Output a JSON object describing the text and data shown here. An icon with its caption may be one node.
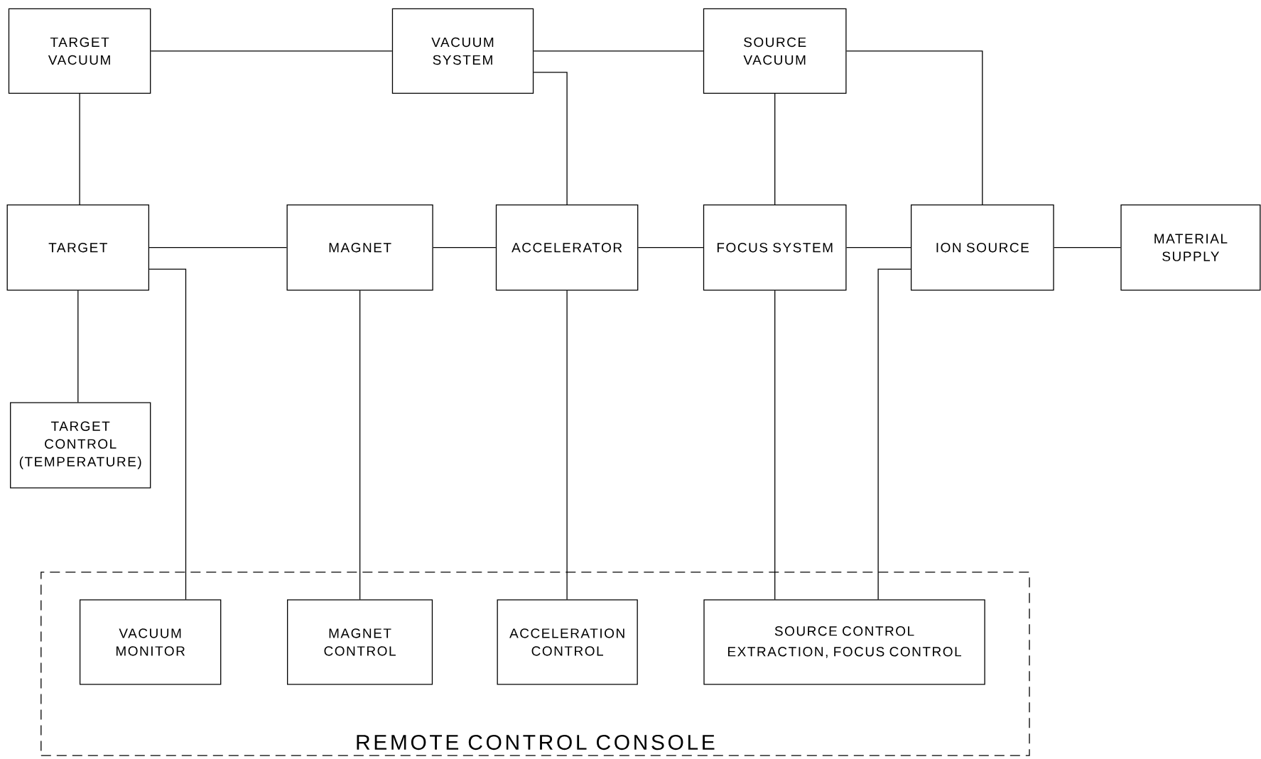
{
  "diagram": {
    "nodes": [
      {
        "text": [
          "TARGET VACUUM"
        ]
      },
      {
        "text": [
          "VACUUM SYSTEM"
        ]
      },
      {
        "text": [
          "SOURCE VACUUM"
        ]
      },
      {
        "text": [
          "TARGET"
        ]
      },
      {
        "text": [
          "MAGNET"
        ]
      },
      {
        "text": [
          "ACCELERATOR"
        ]
      },
      {
        "text": [
          "FOCUS SYSTEM"
        ]
      },
      {
        "text": [
          "ION SOURCE"
        ]
      },
      {
        "text": [
          "MATERIAL SUPPLY"
        ]
      },
      {
        "text": [
          "TARGET CONTROL (TEMPERATURE)"
        ]
      },
      {
        "text": [
          "REMOTE CONTROL CONSOLE"
        ]
      },
      {
        "text": [
          "VACUUM MONITOR"
        ],
        "in": 10
      },
      {
        "text": [
          "MAGNET CONTROL"
        ],
        "in": 10
      },
      {
        "text": [
          "ACCELERATION CONTROL"
        ],
        "in": 10
      },
      {
        "text": [
          "SOURCE CONTROL",
          "EXTRACTION, FOCUS CONTROL"
        ],
        "in": 10
      }
    ],
    "edges": [
      {
        "from": 0,
        "to": 1,
        "arrow": "none"
      },
      {
        "from": 1,
        "to": 2,
        "arrow": "none"
      },
      {
        "from": 2,
        "to": 7,
        "arrow": "none"
      },
      {
        "from": 1,
        "to": 5,
        "arrow": "none"
      },
      {
        "from": 0,
        "to": 3,
        "arrow": "none"
      },
      {
        "from": 2,
        "to": 6,
        "arrow": "none"
      },
      {
        "from": 3,
        "to": 4,
        "arrow": "none"
      },
      {
        "from": 4,
        "to": 5,
        "arrow": "none"
      },
      {
        "from": 5,
        "to": 6,
        "arrow": "none"
      },
      {
        "from": 6,
        "to": 7,
        "arrow": "none"
      },
      {
        "from": 7,
        "to": 8,
        "arrow": "none"
      },
      {
        "from": 3,
        "to": 9,
        "arrow": "none"
      },
      {
        "from": 3,
        "to": 11,
        "arrow": "none"
      },
      {
        "from": 4,
        "to": 12,
        "arrow": "none"
      },
      {
        "from": 5,
        "to": 13,
        "arrow": "none"
      },
      {
        "from": 6,
        "to": 14,
        "arrow": "none"
      },
      {
        "from": 7,
        "to": 14,
        "arrow": "none"
      }
    ]
  }
}
